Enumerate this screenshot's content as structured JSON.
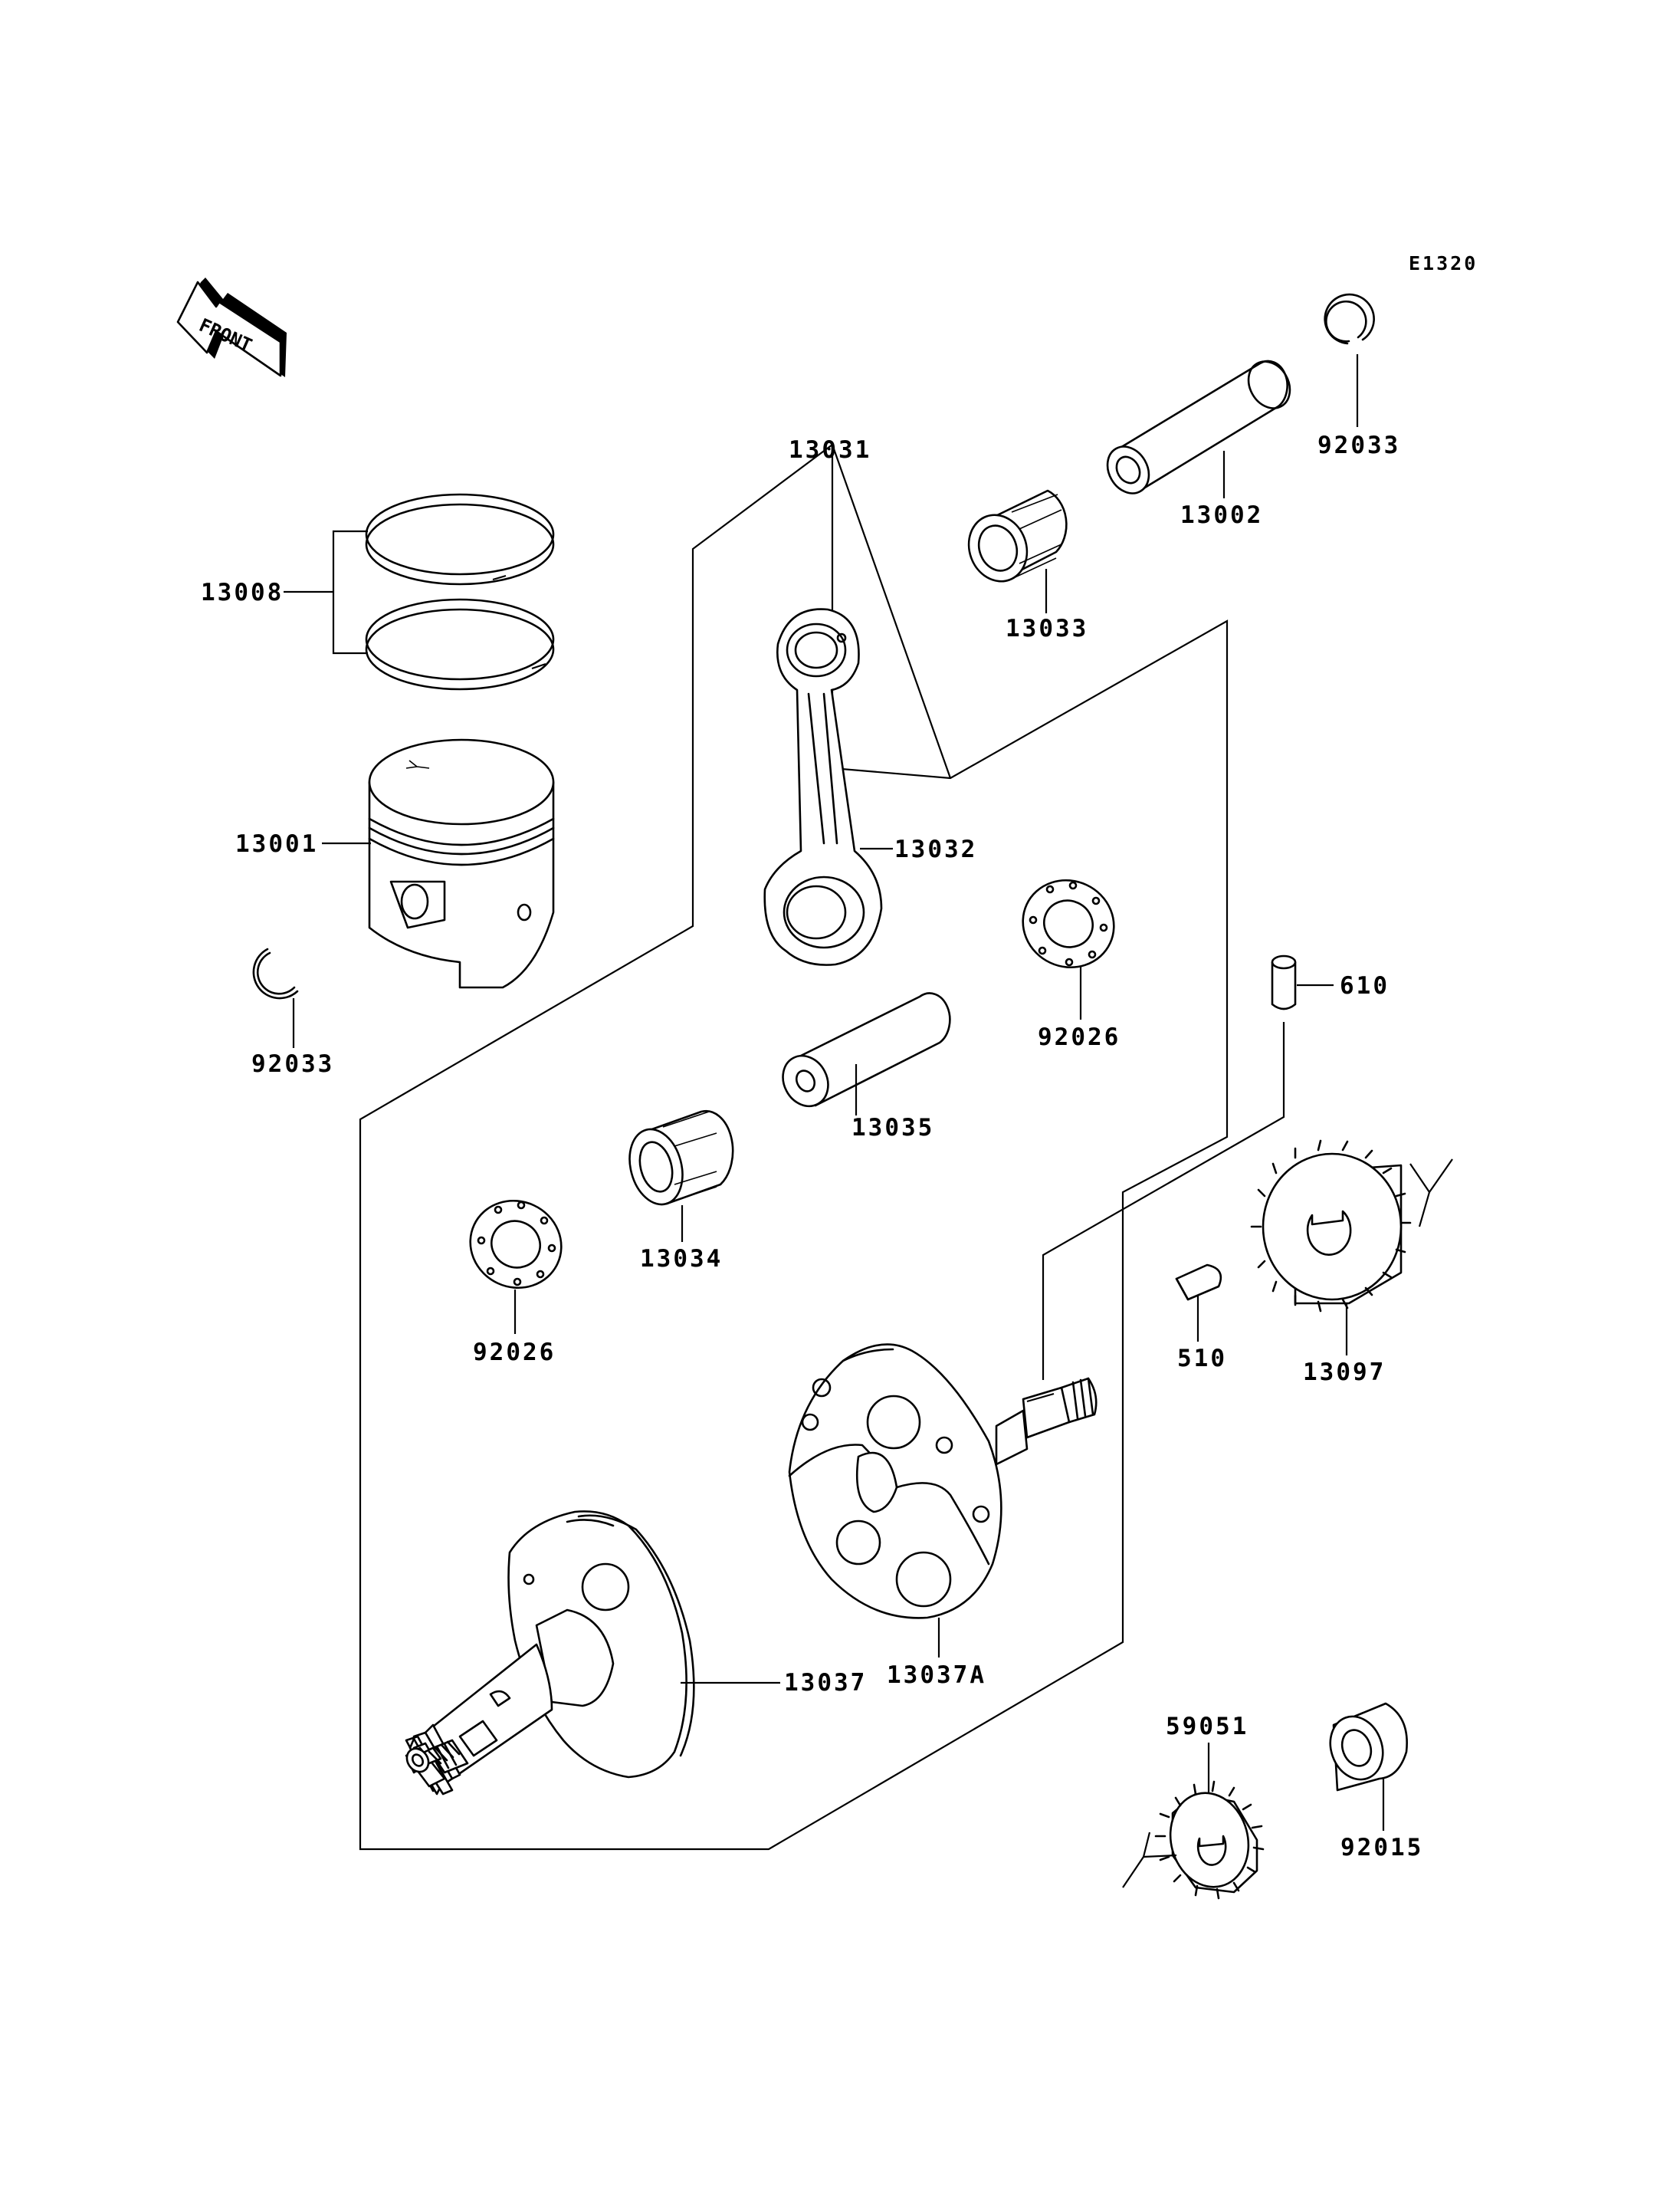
{
  "diagram": {
    "code": "E1320",
    "front_label": "FRONT",
    "parts": {
      "p13031": "13031",
      "p13008": "13008",
      "p13001": "13001",
      "p92033_a": "92033",
      "p92033_b": "92033",
      "p13002": "13002",
      "p13033": "13033",
      "p13032": "13032",
      "p92026_a": "92026",
      "p92026_b": "92026",
      "p13035": "13035",
      "p13034": "13034",
      "p610": "610",
      "p510": "510",
      "p13097": "13097",
      "p13037": "13037",
      "p13037A": "13037A",
      "p59051": "59051",
      "p92015": "92015"
    }
  }
}
